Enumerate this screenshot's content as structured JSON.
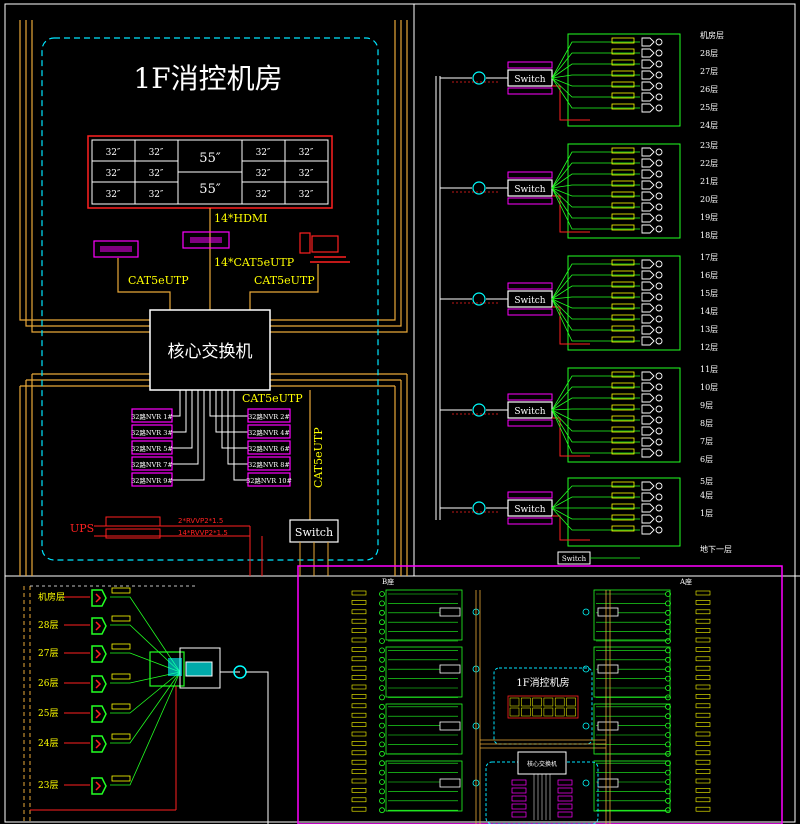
{
  "colors": {
    "background": "#000000",
    "frame": "#ffffff",
    "bus": "#e8a838",
    "dashed_box": "#00e5ff",
    "monitor_wall": "#ff2020",
    "grid": "#ffffff",
    "device": "#ff00ff",
    "cable": "#ff2020",
    "green": "#22ff22",
    "yellow": "#ffff00",
    "cyan": "#00ffff",
    "magenta_frame": "#ff00ff"
  },
  "control_room": {
    "title": "1F消控机房",
    "monitor_wall": {
      "left_labels": [
        "32″",
        "32″",
        "32″",
        "32″",
        "32″",
        "32″"
      ],
      "center_labels": [
        "55″",
        "55″"
      ],
      "right_labels": [
        "32″",
        "32″",
        "32″",
        "32″",
        "32″",
        "32″"
      ]
    },
    "hdmi_label": "14*HDMI",
    "cat_label_top": "14*CAT5eUTP",
    "cat_label_left": "CAT5eUTP",
    "cat_label_right": "CAT5eUTP",
    "cat_label_bottom": "CAT5eUTP",
    "cat_label_vertical": "CAT5eUTP",
    "core_switch": "核心交换机",
    "nvr_left": [
      "32路NVR 1#",
      "32路NVR 3#",
      "32路NVR 5#",
      "32路NVR 7#",
      "32路NVR 9#"
    ],
    "nvr_right": [
      "32路NVR 2#",
      "32路NVR 4#",
      "32路NVR 6#",
      "32路NVR 8#",
      "32路NVR 10#"
    ],
    "ups_label": "UPS",
    "ups_note_1": "2*RVVP2*1.5",
    "ups_note_2": "14*RVVP2*1.5",
    "switch_label": "Switch"
  },
  "floor_panel": {
    "switch_label": "Switch",
    "floors": [
      "机房层",
      "28层",
      "27层",
      "26层",
      "25层",
      "24层",
      "23层",
      "22层",
      "21层",
      "20层",
      "19层",
      "18层",
      "17层",
      "16层",
      "15层",
      "14层",
      "13层",
      "12层",
      "11层",
      "10层",
      "9层",
      "8层",
      "7层",
      "6层",
      "5层",
      "4层",
      "1层",
      "地下一层"
    ]
  },
  "bottom_left": {
    "labels": [
      "机房层",
      "28层",
      "27层",
      "26层",
      "25层",
      "24层",
      "23层"
    ]
  },
  "overview": {
    "left_building": "B座",
    "right_building": "A座",
    "title": "1F消控机房",
    "core_label": "核心交换机"
  }
}
